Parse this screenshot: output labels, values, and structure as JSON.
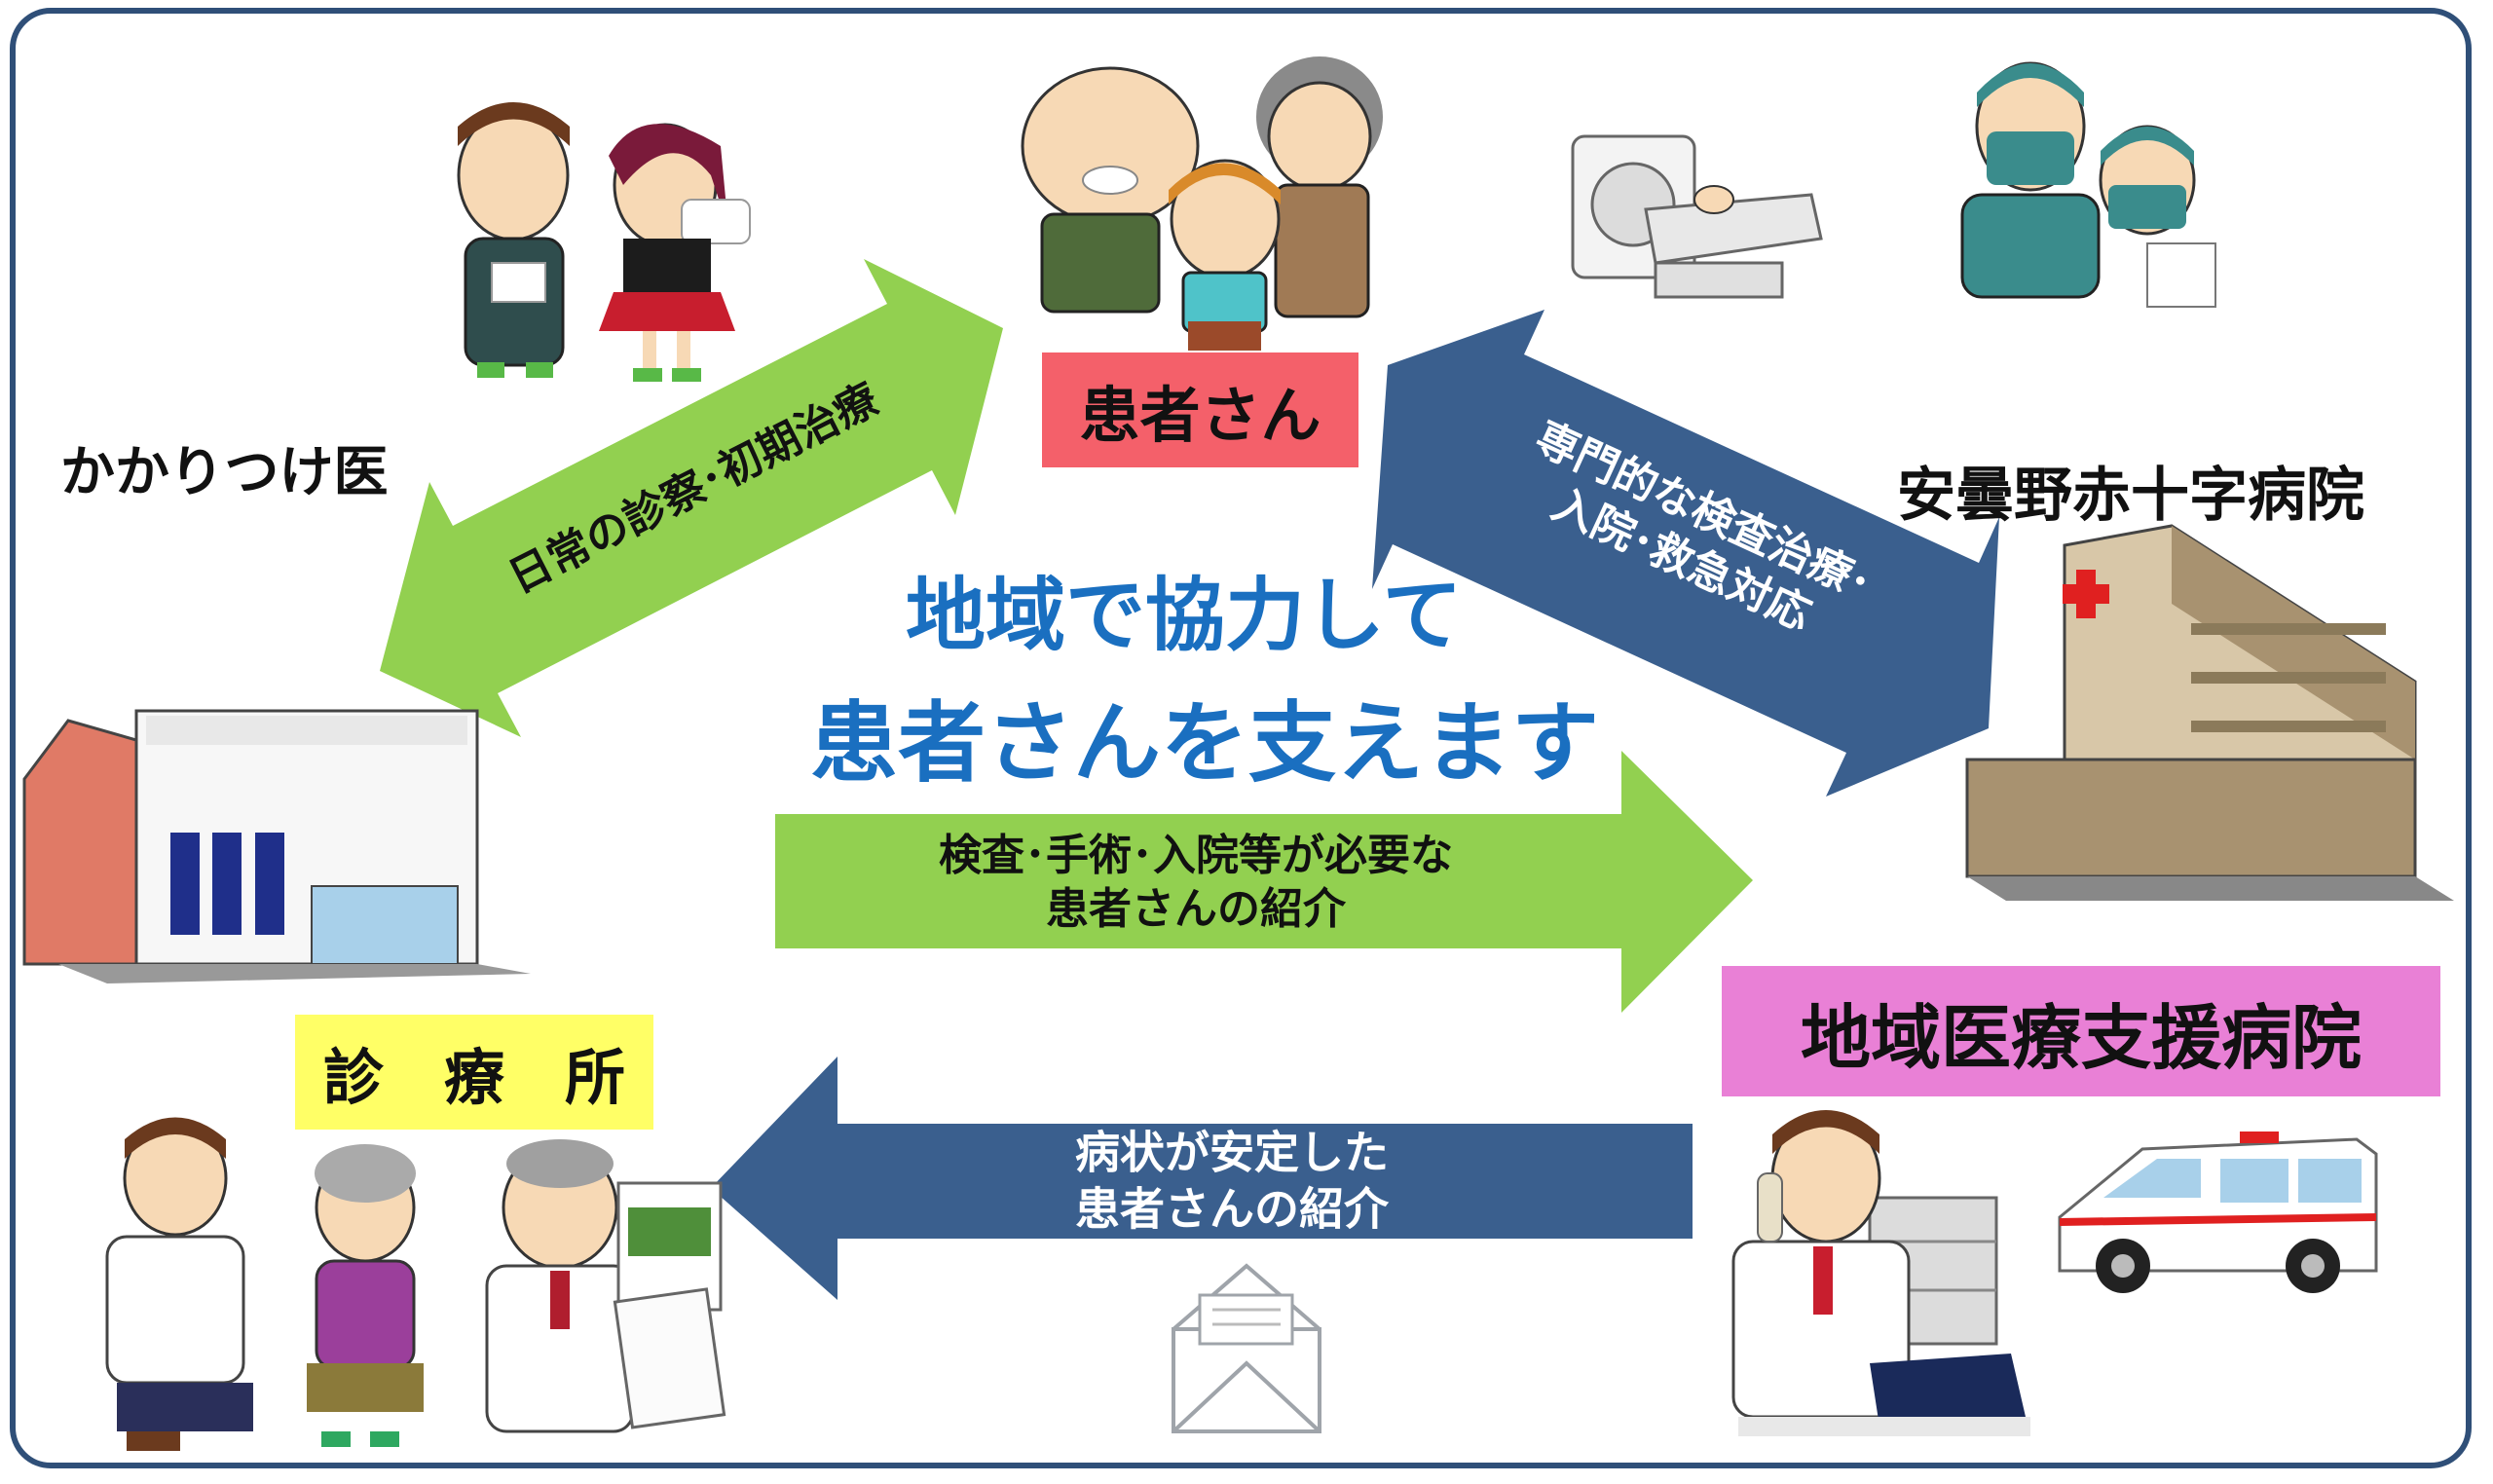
{
  "colors": {
    "frame": "#2f4f78",
    "green_arrow": "#92d050",
    "blue_arrow": "#3a5f8e",
    "title_blue": "#1a6fc0",
    "patient_box": "#f4606a",
    "clinic_box": "#ffff66",
    "support_box": "#e980d6"
  },
  "labels": {
    "family_doctor": "かかりつけ医",
    "patient": "患者さん",
    "red_cross": "安曇野赤十字病院",
    "clinic": "診　療　所",
    "support_hospital": "地域医療支援病院"
  },
  "title": {
    "line1": "地域で協力して",
    "line2": "患者さんを支えます"
  },
  "arrows": {
    "daily_care": "日常の診察･初期治療",
    "specialized": {
      "line1": "専門的な検査治療･",
      "line2": "入院･救急対応"
    },
    "referral_to_hospital": {
      "line1": "検査･手術･入院等が必要な",
      "line2": "患者さんの紹介"
    },
    "referral_to_clinic": {
      "line1": "病状が安定した",
      "line2": "患者さんの紹介"
    }
  },
  "illustrations": [
    "sick-people-icon",
    "family-icon",
    "ct-scanner-icon",
    "surgeons-icon",
    "clinic-building-icon",
    "hospital-building-icon",
    "doctor-patient-icon",
    "doctor-phone-icon",
    "envelope-icon",
    "ambulance-icon"
  ]
}
